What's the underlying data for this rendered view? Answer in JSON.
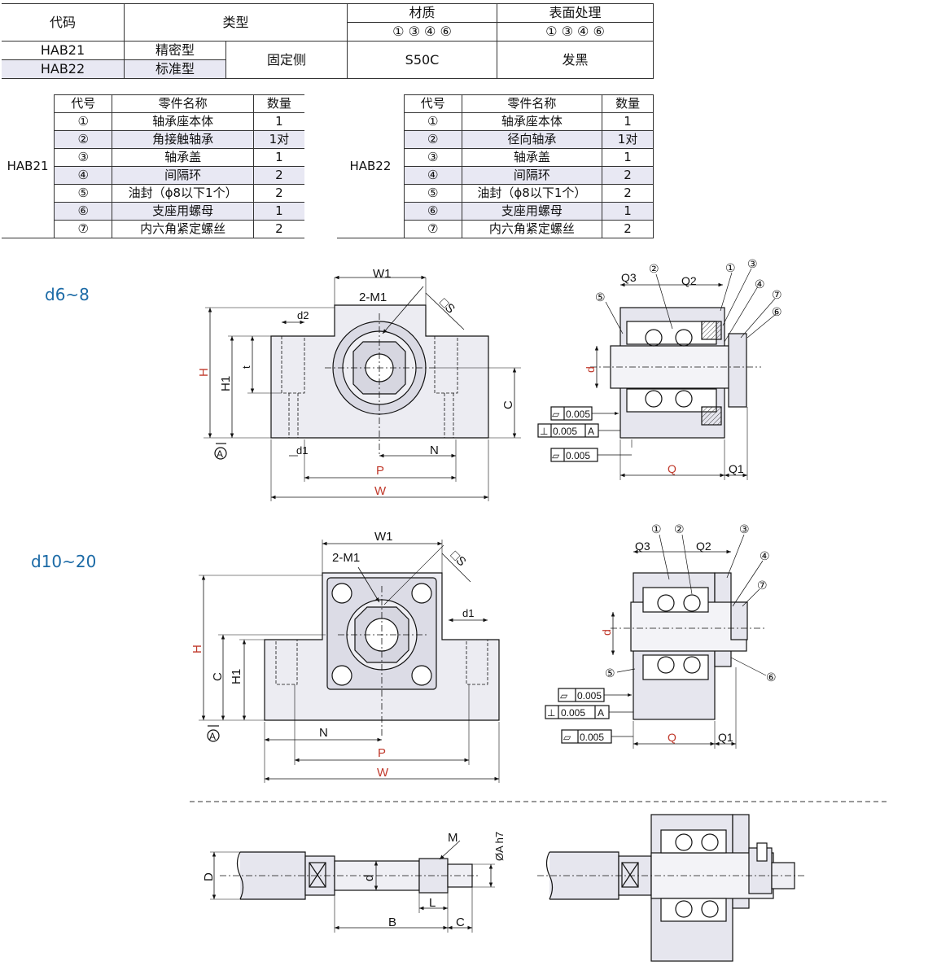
{
  "type_table": {
    "headers": {
      "code": "代码",
      "type": "类型",
      "material": "材质",
      "surface": "表面处理"
    },
    "material_circles": "① ③ ④ ⑥",
    "surface_circles": "① ③ ④ ⑥",
    "rows": [
      {
        "code": "HAB21",
        "type": "精密型"
      },
      {
        "code": "HAB22",
        "type": "标准型"
      }
    ],
    "side": "固定侧",
    "material": "S50C",
    "surface": "发黑"
  },
  "parts_left": {
    "group": "HAB21",
    "headers": {
      "code": "代号",
      "name": "零件名称",
      "qty": "数量"
    },
    "rows": [
      {
        "code": "①",
        "name": "轴承座本体",
        "qty": "1"
      },
      {
        "code": "②",
        "name": "角接触轴承",
        "qty": "1对"
      },
      {
        "code": "③",
        "name": "轴承盖",
        "qty": "1"
      },
      {
        "code": "④",
        "name": "间隔环",
        "qty": "2"
      },
      {
        "code": "⑤",
        "name": "油封（ϕ8以下1个）",
        "qty": "2"
      },
      {
        "code": "⑥",
        "name": "支座用螺母",
        "qty": "1"
      },
      {
        "code": "⑦",
        "name": "内六角紧定螺丝",
        "qty": "2"
      }
    ]
  },
  "parts_right": {
    "group": "HAB22",
    "headers": {
      "code": "代号",
      "name": "零件名称",
      "qty": "数量"
    },
    "rows": [
      {
        "code": "①",
        "name": "轴承座本体",
        "qty": "1"
      },
      {
        "code": "②",
        "name": "径向轴承",
        "qty": "1对"
      },
      {
        "code": "③",
        "name": "轴承盖",
        "qty": "1"
      },
      {
        "code": "④",
        "name": "间隔环",
        "qty": "2"
      },
      {
        "code": "⑤",
        "name": "油封（ϕ8以下1个）",
        "qty": "2"
      },
      {
        "code": "⑥",
        "name": "支座用螺母",
        "qty": "1"
      },
      {
        "code": "⑦",
        "name": "内六角紧定螺丝",
        "qty": "2"
      }
    ]
  },
  "drawing1": {
    "label": "d6~8",
    "W1": "W1",
    "M1": "2-M1",
    "S": "□S",
    "d2": "d2",
    "t": "t",
    "H": "H",
    "H1": "H1",
    "C": "C",
    "A": "A",
    "d1": "d1",
    "N": "N",
    "P": "P",
    "W": "W",
    "Q3": "Q3",
    "Q2": "Q2",
    "d": "d",
    "Q": "Q",
    "Q1": "Q1",
    "tol1": "0.005",
    "tol2": "0.005",
    "tol2_ref": "A",
    "tol3": "0.005",
    "balloons": [
      "⑤",
      "②",
      "①",
      "③",
      "④",
      "⑦",
      "⑥"
    ]
  },
  "drawing2": {
    "label": "d10~20",
    "W1": "W1",
    "M1": "2-M1",
    "S": "□S",
    "d1": "d1",
    "H": "H",
    "H1": "H1",
    "C": "C",
    "A": "A",
    "N": "N",
    "P": "P",
    "W": "W",
    "Q3": "Q3",
    "Q2": "Q2",
    "d": "d",
    "Q": "Q",
    "Q1": "Q1",
    "tol1": "0.005",
    "tol2": "0.005",
    "tol2_ref": "A",
    "tol3": "0.005",
    "balloons": [
      "①",
      "②",
      "③",
      "④",
      "⑦",
      "⑤",
      "⑥"
    ]
  },
  "shaft": {
    "D": "D",
    "d": "d",
    "M": "M",
    "A": "ØA h7",
    "L": "L",
    "B": "B",
    "C": "C"
  }
}
